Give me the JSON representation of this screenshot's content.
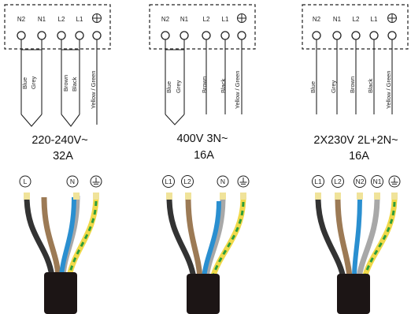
{
  "colors": {
    "blue": "#2a8fd0",
    "grey": "#a8a8a8",
    "brown": "#9c7a55",
    "black": "#333333",
    "yellow": "#f1d94a",
    "green": "#2e9e3a",
    "sheath": "#1c1515",
    "conductor_tip": "#f0e39a"
  },
  "panels": [
    {
      "id": "p1",
      "terminals": [
        "N2",
        "N1",
        "L2",
        "L1",
        "⊕"
      ],
      "wire_labels": [
        "Blue",
        "Grey",
        "Brown",
        "Black",
        "Yellow / Green"
      ],
      "spec_line1": "220-240V~",
      "spec_line2": "32A",
      "connector_codes": [
        "L",
        "N"
      ],
      "cable_wires": [
        "black",
        "brown",
        "grey",
        "blue",
        "yellow-green"
      ]
    },
    {
      "id": "p2",
      "terminals": [
        "N2",
        "N1",
        "L2",
        "L1",
        "⊕"
      ],
      "wire_labels": [
        "Blue",
        "Grey",
        "Brown",
        "Black",
        "Yellow / Green"
      ],
      "spec_line1": "400V 3N~",
      "spec_line2": "16A",
      "connector_codes": [
        "L1",
        "L2",
        "N"
      ],
      "cable_wires": [
        "black",
        "brown",
        "grey",
        "blue",
        "yellow-green"
      ]
    },
    {
      "id": "p3",
      "terminals": [
        "N2",
        "N1",
        "L2",
        "L1",
        "⊕"
      ],
      "wire_labels": [
        "Blue",
        "Grey",
        "Brown",
        "Black",
        "Yellow / Green"
      ],
      "spec_line1": "2X230V 2L+2N~",
      "spec_line2": "16A",
      "connector_codes": [
        "L1",
        "L2",
        "N2",
        "N1"
      ],
      "cable_wires": [
        "black",
        "brown",
        "blue",
        "grey",
        "yellow-green"
      ]
    }
  ]
}
